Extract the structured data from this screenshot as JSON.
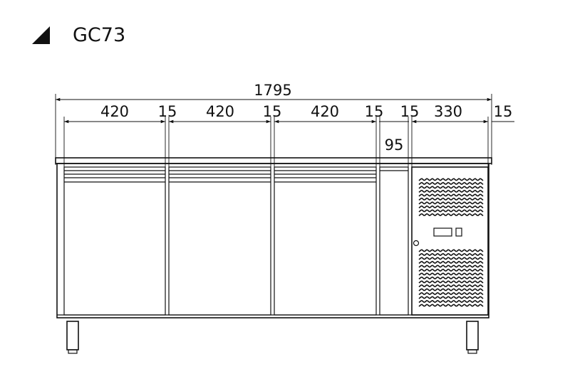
{
  "title": "GC73",
  "icon": "corner-triangle-icon",
  "dimensions": {
    "overall": "1795",
    "door_1": "420",
    "gap_1": "15",
    "door_2": "420",
    "gap_2": "15",
    "door_3": "420",
    "gap_3": "15",
    "gap_4": "15",
    "compressor": "330",
    "side_gap": "15",
    "drawer": "95"
  }
}
